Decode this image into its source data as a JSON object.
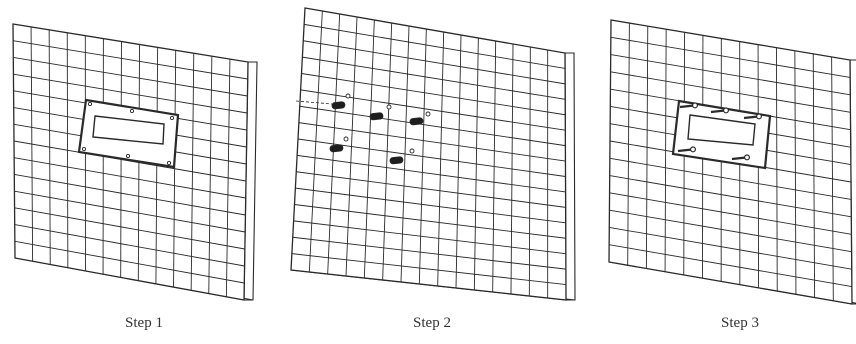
{
  "steps": [
    {
      "caption": "Step 1",
      "state": "template-plate-on-wall"
    },
    {
      "caption": "Step 2",
      "state": "wall-anchors-inserted"
    },
    {
      "caption": "Step 3",
      "state": "bracket-screwed-to-wall"
    }
  ],
  "colors": {
    "line": "#2a2a2a",
    "paper": "#ffffff",
    "caption": "#333333"
  }
}
